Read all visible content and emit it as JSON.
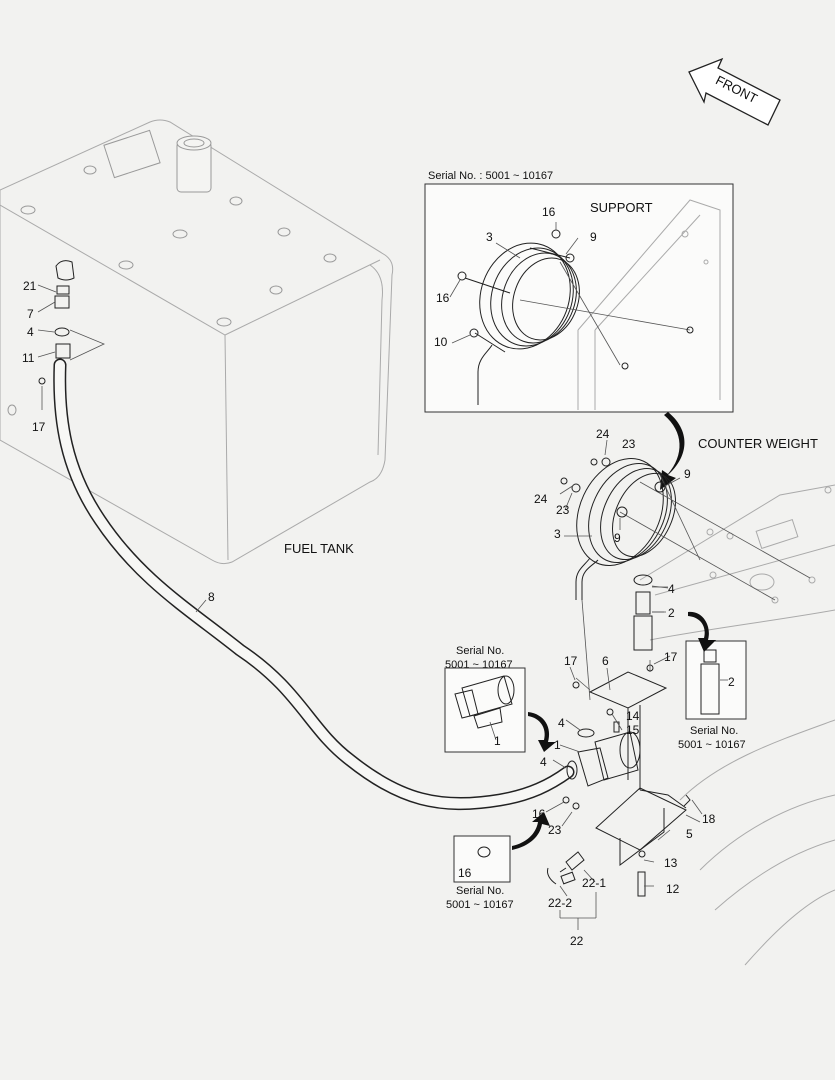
{
  "orientation": {
    "label": "FRONT"
  },
  "zones": {
    "fuel_tank": "FUEL TANK",
    "counter_weight": "COUNTER WEIGHT",
    "support": "SUPPORT"
  },
  "insets": {
    "support_serial": "Serial No. : 5001 ~ 10167",
    "pump_serial_title": "Serial No.",
    "pump_serial_range": "5001 ~ 10167",
    "washer_serial_title": "Serial No.",
    "washer_serial_range": "5001 ~ 10167",
    "hose_serial_title": "Serial No.",
    "hose_serial_range": "5001 ~ 10167"
  },
  "callouts": {
    "c21": "21",
    "c7": "7",
    "c4a": "4",
    "c11": "11",
    "c17a": "17",
    "c16s1": "16",
    "c3s": "3",
    "c9s": "9",
    "c16s2": "16",
    "c10s": "10",
    "c24a": "24",
    "c23a": "23",
    "c9a": "9",
    "c24b": "24",
    "c23b": "23",
    "c3": "3",
    "c9b": "9",
    "c4b": "4",
    "c2": "2",
    "c2i": "2",
    "c8": "8",
    "c17b": "17",
    "c6": "6",
    "c17c": "17",
    "c1i": "1",
    "c4c": "4",
    "c14": "14",
    "c15": "15",
    "c1": "1",
    "c4d": "4",
    "c18": "18",
    "c16b": "16",
    "c23c": "23",
    "c5": "5",
    "c16i": "16",
    "c13": "13",
    "c22_1": "22-1",
    "c12": "12",
    "c22_2": "22-2",
    "c22": "22"
  }
}
